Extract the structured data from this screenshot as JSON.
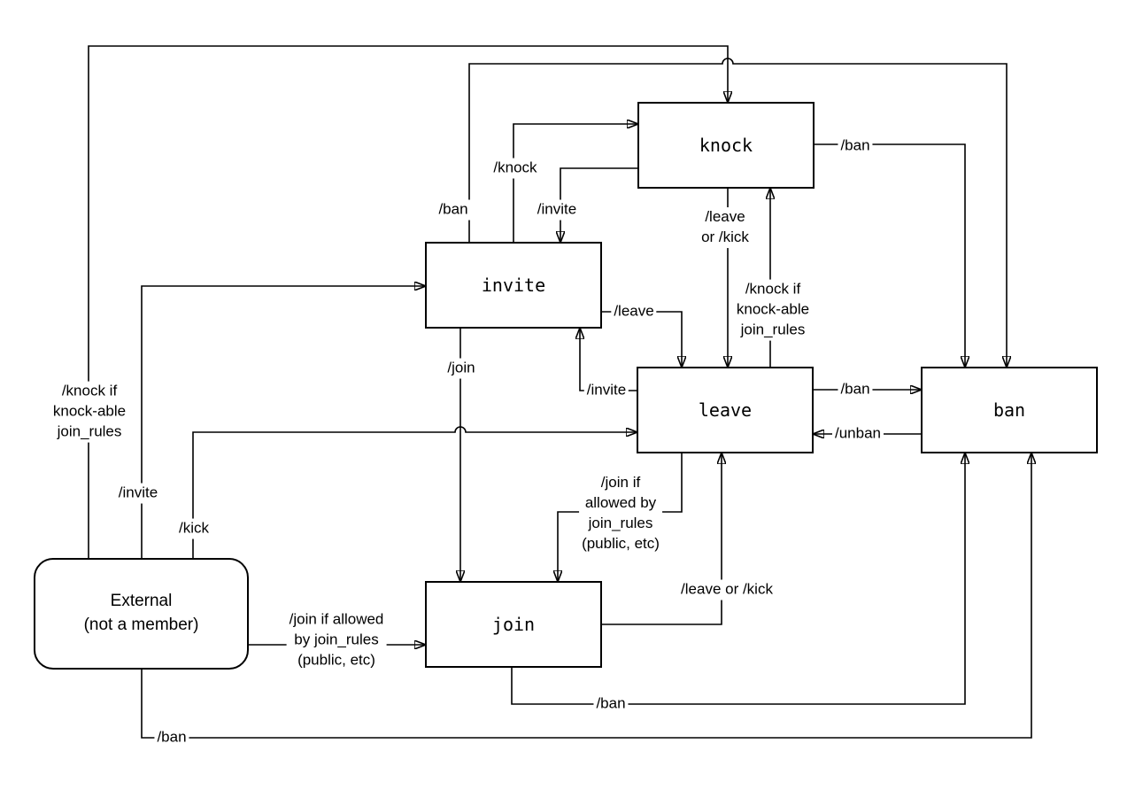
{
  "colors": {
    "stroke": "#000000",
    "background": "#ffffff",
    "node_fill": "#ffffff",
    "text": "#000000"
  },
  "nodes": {
    "external": "External\n(not a member)",
    "knock": "knock",
    "invite": "invite",
    "leave": "leave",
    "ban": "ban",
    "join": "join"
  },
  "edge_labels": {
    "external_to_knock": "/knock if\nknock-able\njoin_rules",
    "external_to_invite": "/invite",
    "external_to_leave": "/kick",
    "external_to_join": "/join if allowed\nby join_rules\n(public, etc)",
    "external_to_ban": "/ban",
    "invite_to_knock": "/knock",
    "knock_to_invite": "/invite",
    "invite_to_ban": "/ban",
    "knock_to_ban": "/ban",
    "knock_to_leave": "/leave\nor /kick",
    "leave_to_knock": "/knock if\nknock-able\njoin_rules",
    "invite_to_leave": "/leave",
    "leave_to_invite": "/invite",
    "invite_to_join": "/join",
    "leave_to_join": "/join if\nallowed by\njoin_rules\n(public, etc)",
    "join_to_leave": "/leave or /kick",
    "leave_to_ban": "/ban",
    "ban_to_leave": "/unban",
    "join_to_ban": "/ban"
  }
}
